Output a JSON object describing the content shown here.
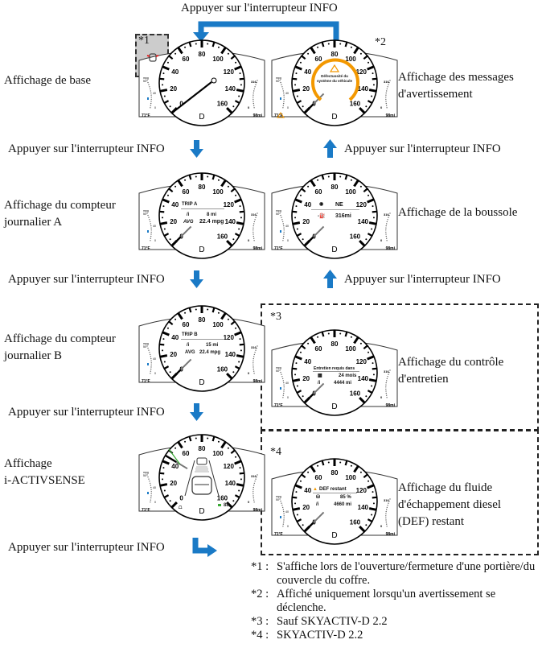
{
  "top_instruction": "Appuyer sur l'interrupteur INFO",
  "labels": {
    "base": "Affichage de base",
    "warning": [
      "Affichage des messages",
      "d'avertissement"
    ],
    "trip_a": [
      "Affichage du compteur",
      "journalier A"
    ],
    "compass": "Affichage de la boussole",
    "trip_b": [
      "Affichage du compteur",
      "journalier B"
    ],
    "maintenance": [
      "Affichage du contrôle",
      "d'entretien"
    ],
    "iactivsense": [
      "Affichage",
      "i-ACTIVSENSE"
    ],
    "def": [
      "Affichage du fluide",
      "d'échappement diesel",
      "(DEF) restant"
    ]
  },
  "press_info": "Appuyer sur l'interrupteur INFO",
  "markers": {
    "m1": "*1",
    "m2": "*2",
    "m3": "*3",
    "m4": "*4"
  },
  "gauge": {
    "speed_labels": [
      "0",
      "20",
      "40",
      "60",
      "80",
      "100",
      "120",
      "140",
      "160"
    ],
    "gear": "D",
    "temp": "71°F",
    "range": "98mi",
    "left_scale": [
      "mpg",
      "50",
      "40",
      "0"
    ],
    "right_scale": [
      "316",
      "0"
    ]
  },
  "clusters": {
    "warning": {
      "line1": "Défectuosité du",
      "line2": "système du véhicule"
    },
    "trip_a": {
      "title": "TRIP A",
      "distance": "8 mi",
      "avg_label": "AVG",
      "avg": "22.4 mpg"
    },
    "compass": {
      "heading": "NE",
      "range": "316mi"
    },
    "trip_b": {
      "title": "TRIP B",
      "distance": "15 mi",
      "avg_label": "AVG",
      "avg": "22.4 mpg"
    },
    "maintenance": {
      "title": "Entretien requis dans",
      "months": "24 mois",
      "distance": "4444 mi"
    },
    "iactivsense": {
      "speed": "88"
    },
    "def": {
      "title": "DEF restant",
      "percent": "85 %",
      "distance": "4660 mi"
    }
  },
  "footnotes": [
    {
      "key": "*1 :",
      "text": "S'affiche lors de l'ouverture/fermeture d'une portière/du couvercle du coffre."
    },
    {
      "key": "*2 :",
      "text": "Affiché uniquement lorsqu'un avertissement se déclenche."
    },
    {
      "key": "*3 :",
      "text": "Sauf SKYACTIV-D 2.2"
    },
    {
      "key": "*4 :",
      "text": "SKYACTIV-D 2.2"
    }
  ],
  "colors": {
    "arrow": "#1a7ac6",
    "warning": "#f39800",
    "green": "#3aaa35"
  }
}
